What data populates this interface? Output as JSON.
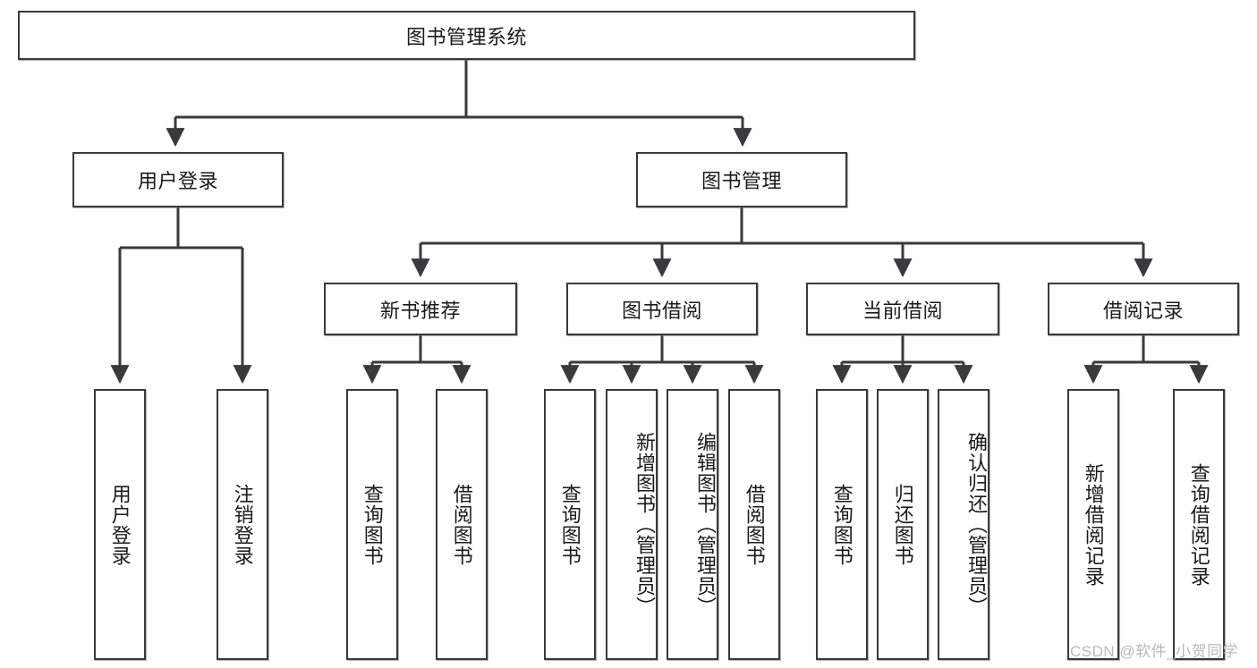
{
  "diagram": {
    "type": "tree-hierarchy",
    "title": "图书管理系统",
    "root": {
      "label": "图书管理系统"
    },
    "level2": [
      {
        "id": "user-login",
        "label": "用户登录"
      },
      {
        "id": "book-management",
        "label": "图书管理"
      }
    ],
    "level3": [
      {
        "id": "new-book-recommend",
        "label": "新书推荐"
      },
      {
        "id": "book-borrow",
        "label": "图书借阅"
      },
      {
        "id": "current-borrow",
        "label": "当前借阅"
      },
      {
        "id": "borrow-record",
        "label": "借阅记录"
      }
    ],
    "leaves": {
      "user-login": [
        {
          "id": "leaf-user-login",
          "label": "用户登录"
        },
        {
          "id": "leaf-logout-login",
          "label": "注销登录"
        }
      ],
      "new-book-recommend": [
        {
          "id": "leaf-query-book-1",
          "label": "查询图书"
        },
        {
          "id": "leaf-borrow-book-1",
          "label": "借阅图书"
        }
      ],
      "book-borrow": [
        {
          "id": "leaf-query-book-2",
          "label": "查询图书"
        },
        {
          "id": "leaf-add-book-admin",
          "label": "新增图书（管理员）"
        },
        {
          "id": "leaf-edit-book-admin",
          "label": "编辑图书（管理员）"
        },
        {
          "id": "leaf-borrow-book-2",
          "label": "借阅图书"
        }
      ],
      "current-borrow": [
        {
          "id": "leaf-query-book-3",
          "label": "查询图书"
        },
        {
          "id": "leaf-return-book",
          "label": "归还图书"
        },
        {
          "id": "leaf-confirm-return-admin",
          "label": "确认归还（管理员）"
        }
      ],
      "borrow-record": [
        {
          "id": "leaf-add-borrow-record",
          "label": "新增借阅记录"
        },
        {
          "id": "leaf-query-borrow-record",
          "label": "查询借阅记录"
        }
      ]
    }
  },
  "watermark": {
    "text": "CSDN @软件_小贺同学"
  },
  "colors": {
    "border": "#3a3a3c",
    "line": "#3a3a3c",
    "background": "#ffffff",
    "text": "#1a1a1a",
    "watermark": "#b9b9bd"
  }
}
